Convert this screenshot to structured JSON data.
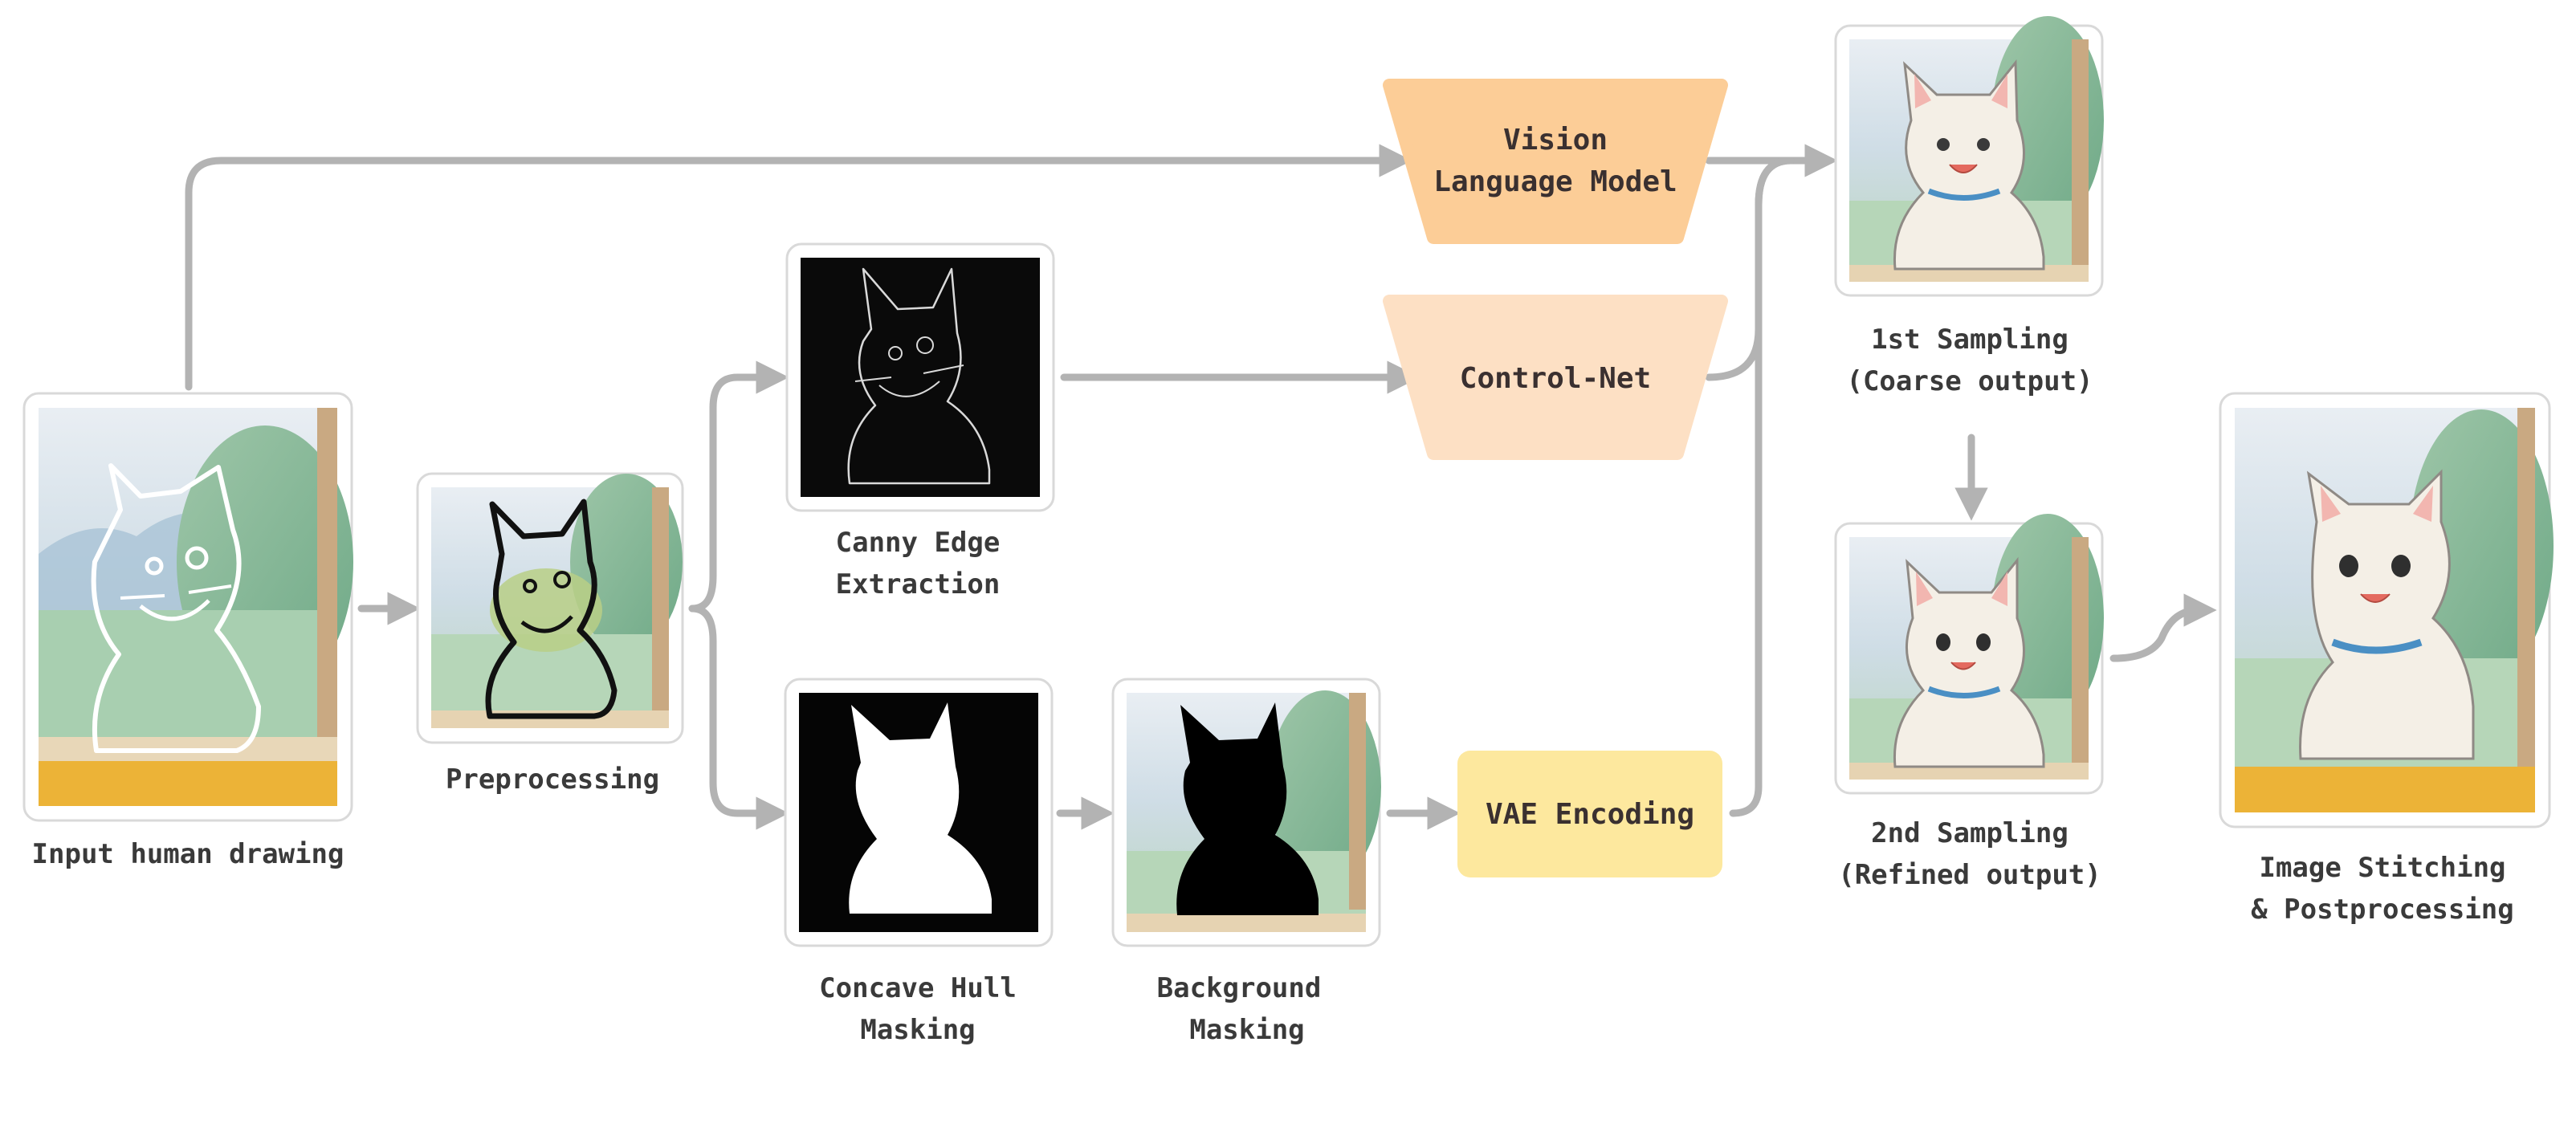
{
  "labels": {
    "input": "Input human drawing",
    "preprocessing": "Preprocessing",
    "canny": [
      "Canny Edge",
      "Extraction"
    ],
    "concave": [
      "Concave Hull",
      "Masking"
    ],
    "background": [
      "Background",
      "Masking"
    ],
    "sampling1": [
      "1st Sampling",
      "(Coarse output)"
    ],
    "sampling2": [
      "2nd Sampling",
      "(Refined output)"
    ],
    "stitching": [
      "Image Stitching",
      "& Postprocessing"
    ]
  },
  "nodes": {
    "vlm": [
      "Vision",
      "Language Model"
    ],
    "controlnet": "Control-Net",
    "vae": "VAE Encoding"
  },
  "colors": {
    "vlm": "#fccd97",
    "controlnet": "#fde0c4",
    "vae": "#fde89e",
    "arrow": "#b3b3b3",
    "frame_border": "#d9d9d9"
  }
}
